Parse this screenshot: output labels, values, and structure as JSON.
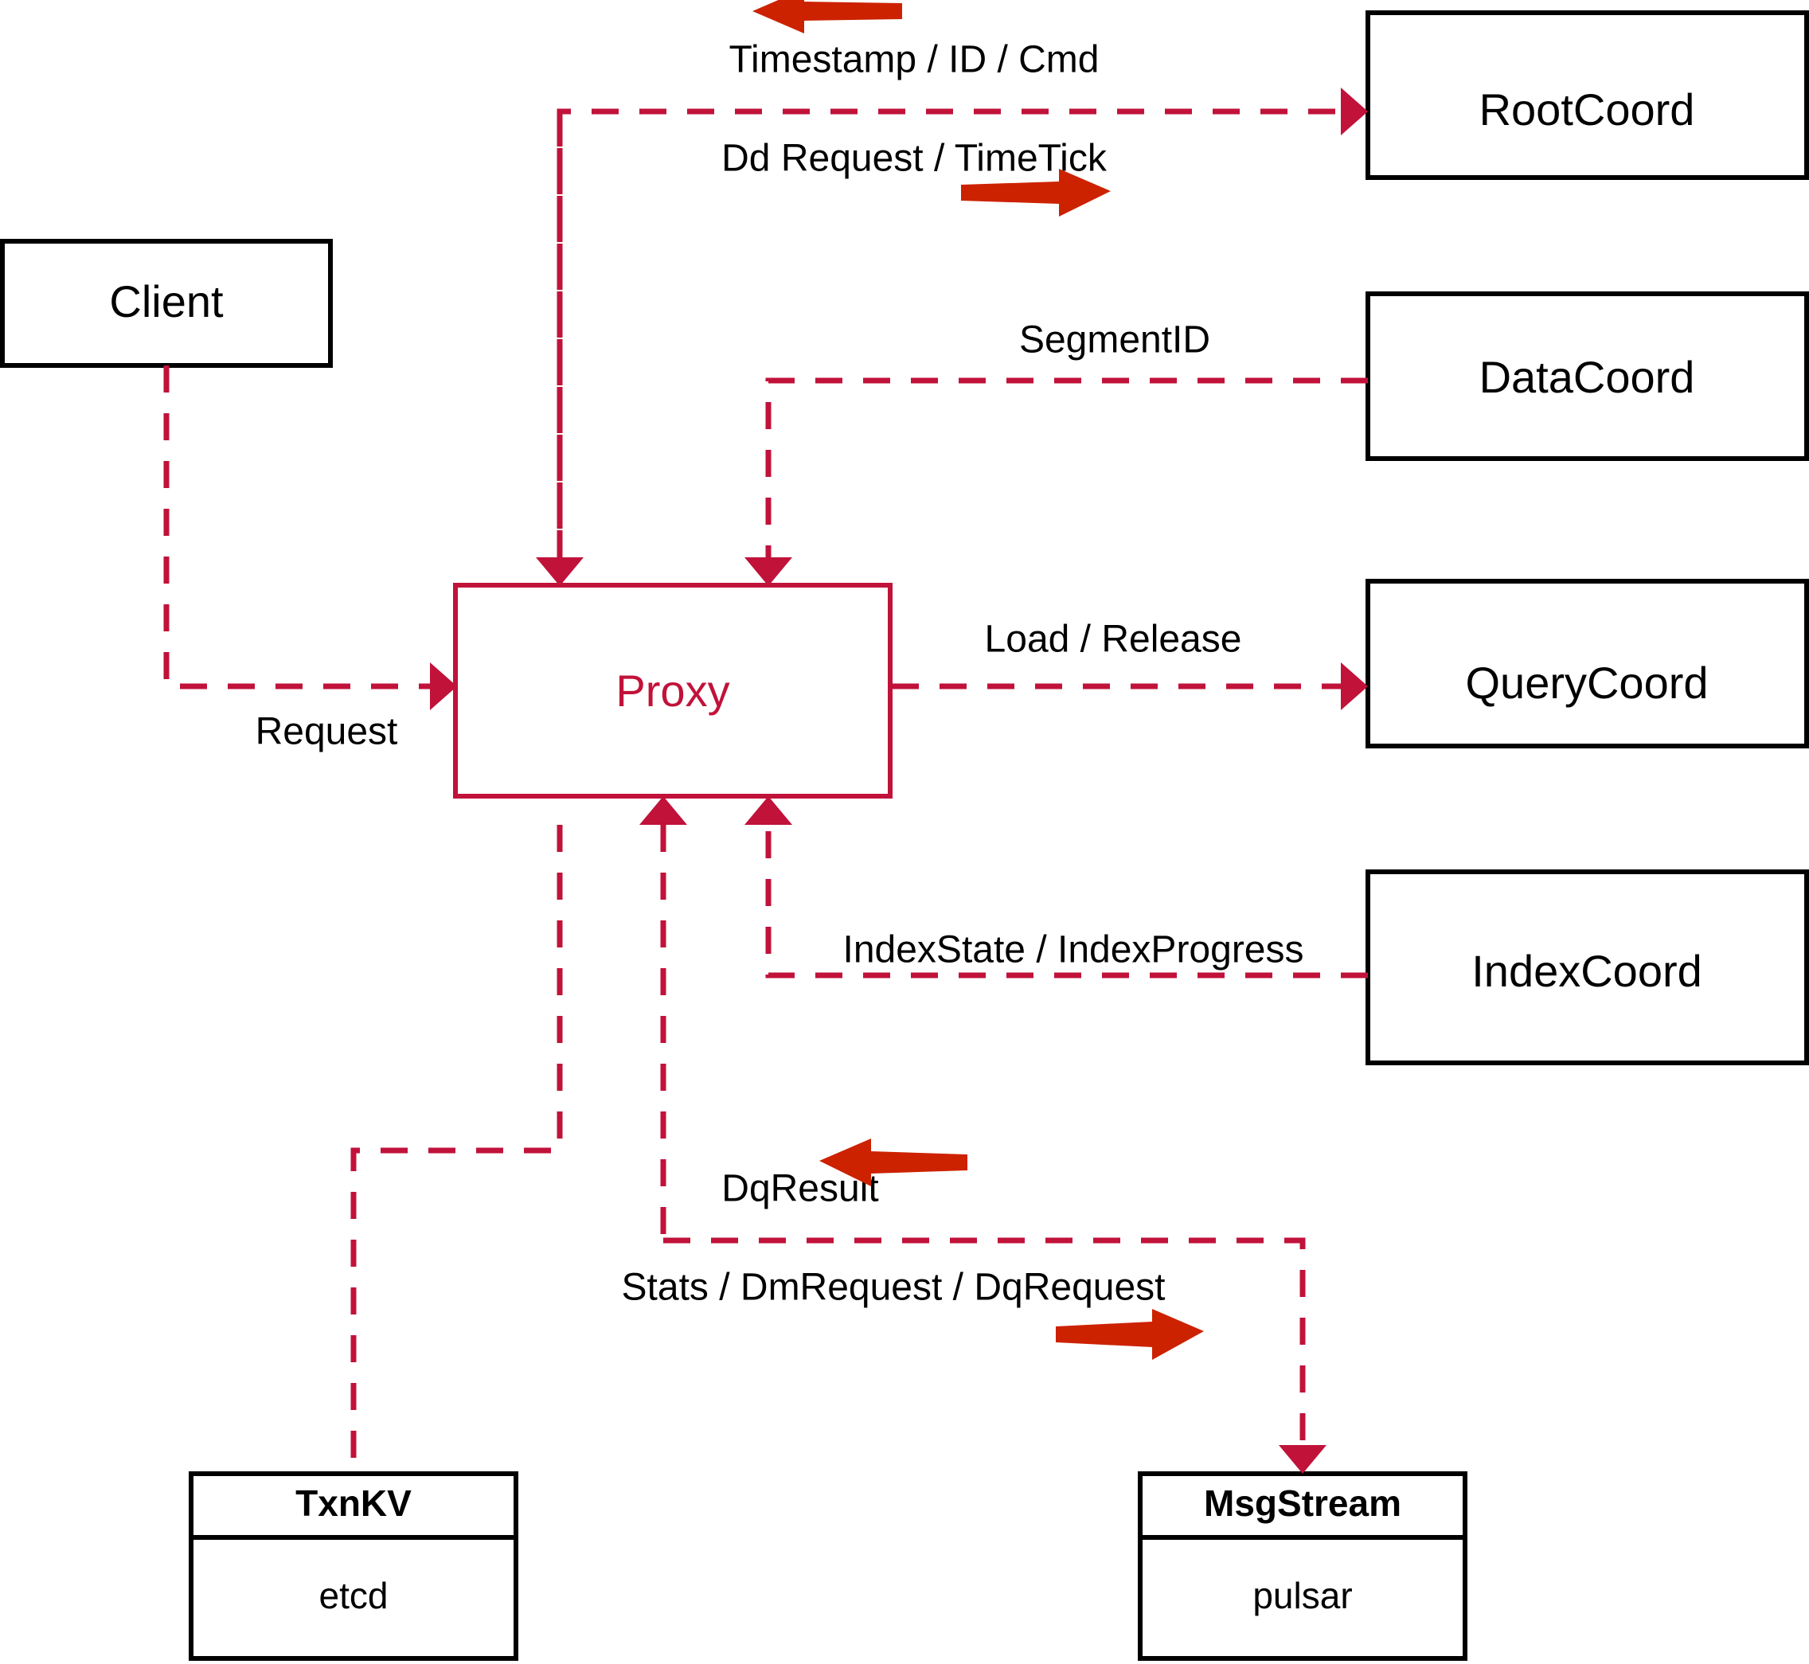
{
  "diagram": {
    "title": "Proxy component interaction diagram",
    "colors": {
      "line": "#c1123a",
      "fat_arrow": "#cc2200",
      "node_stroke": "#000000",
      "background": "#ffffff"
    },
    "nodes": {
      "client": {
        "label": "Client"
      },
      "proxy": {
        "label": "Proxy"
      },
      "root_coord": {
        "label": "RootCoord"
      },
      "data_coord": {
        "label": "DataCoord"
      },
      "query_coord": {
        "label": "QueryCoord"
      },
      "index_coord": {
        "label": "IndexCoord"
      },
      "txnkv": {
        "header": "TxnKV",
        "body": "etcd"
      },
      "msgstream": {
        "header": "MsgStream",
        "body": "pulsar"
      }
    },
    "edges": [
      {
        "id": "client-proxy",
        "label": "Request",
        "from": "client",
        "to": "proxy",
        "direction": "right"
      },
      {
        "id": "proxy-rootcoord",
        "label": "Dd Request / TimeTick",
        "from": "proxy",
        "to": "root_coord",
        "direction": "right"
      },
      {
        "id": "rootcoord-proxy",
        "label": "Timestamp / ID / Cmd",
        "from": "root_coord",
        "to": "proxy",
        "direction": "left"
      },
      {
        "id": "datacoord-proxy",
        "label": "SegmentID",
        "from": "data_coord",
        "to": "proxy",
        "direction": "left"
      },
      {
        "id": "proxy-querycoord",
        "label": "Load / Release",
        "from": "proxy",
        "to": "query_coord",
        "direction": "right"
      },
      {
        "id": "indexcoord-proxy",
        "label": "IndexState / IndexProgress",
        "from": "index_coord",
        "to": "proxy",
        "direction": "left"
      },
      {
        "id": "msgstream-proxy",
        "label": "DqResult",
        "from": "msgstream",
        "to": "proxy",
        "direction": "left"
      },
      {
        "id": "proxy-msgstream",
        "label": "Stats / DmRequest / DqRequest",
        "from": "proxy",
        "to": "msgstream",
        "direction": "right"
      },
      {
        "id": "proxy-txnkv",
        "label": "",
        "from": "proxy",
        "to": "txnkv",
        "direction": "down"
      }
    ],
    "standalone_arrows": [
      {
        "id": "timestamp-id-cmd-arrow",
        "direction": "left"
      },
      {
        "id": "dd-request-timetick-arrow",
        "direction": "right"
      },
      {
        "id": "dqresult-arrow",
        "direction": "left"
      },
      {
        "id": "stats-dmrequest-dqrequest-arrow",
        "direction": "right"
      }
    ]
  }
}
